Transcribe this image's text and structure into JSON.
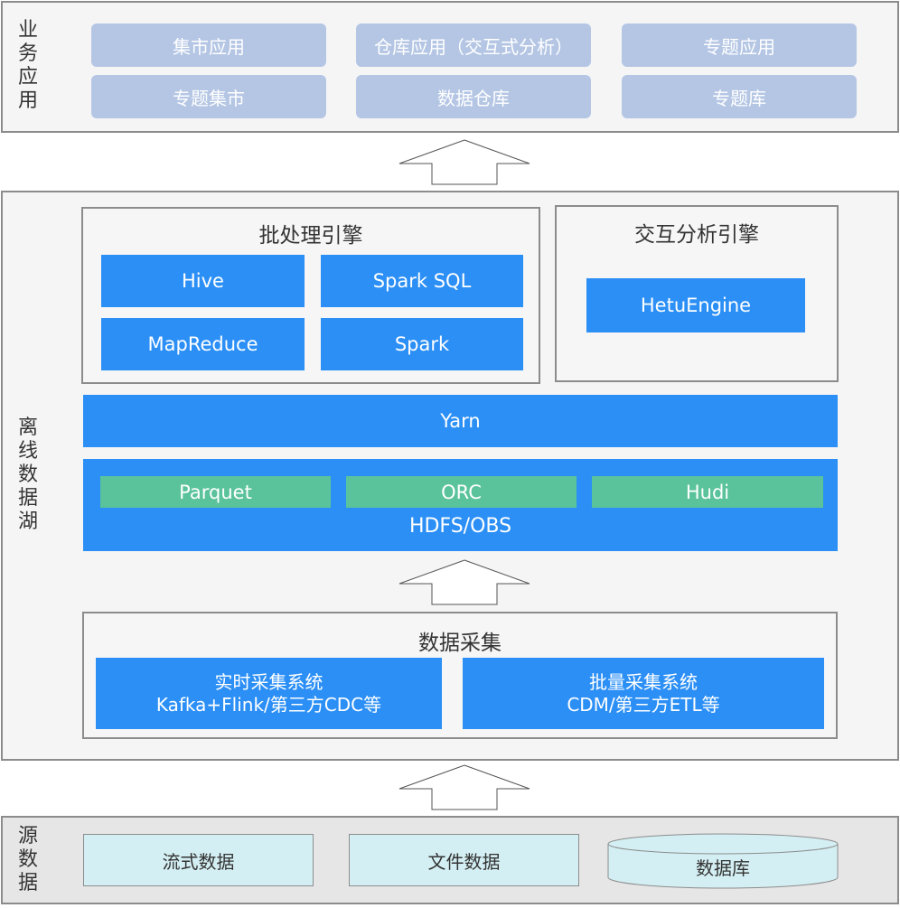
{
  "business": {
    "label": "业务应用",
    "items": [
      "集市应用",
      "仓库应用（交互式分析）",
      "专题应用",
      "专题集市",
      "数据仓库",
      "专题库"
    ]
  },
  "lake": {
    "label": "离线数据湖",
    "batch_title": "批处理引擎",
    "batch_items": [
      "Hive",
      "Spark SQL",
      "MapReduce",
      "Spark"
    ],
    "interactive_title": "交互分析引擎",
    "interactive_item": "HetuEngine",
    "yarn": "Yarn",
    "formats": [
      "Parquet",
      "ORC",
      "Hudi"
    ],
    "storage": "HDFS/OBS",
    "collection_title": "数据采集",
    "realtime_line1": "实时采集系统",
    "realtime_line2": "Kafka+Flink/第三方CDC等",
    "bulk_line1": "批量采集系统",
    "bulk_line2": "CDM/第三方ETL等"
  },
  "source": {
    "label": "源数据",
    "items": [
      "流式数据",
      "文件数据",
      "数据库"
    ]
  },
  "colors": {
    "app_box": "#b4c6e4",
    "engine_blue": "#2b8ff6",
    "format_green": "#5ac39b",
    "source_box": "#d4eff3",
    "panel_border": "#8c8c8c"
  }
}
